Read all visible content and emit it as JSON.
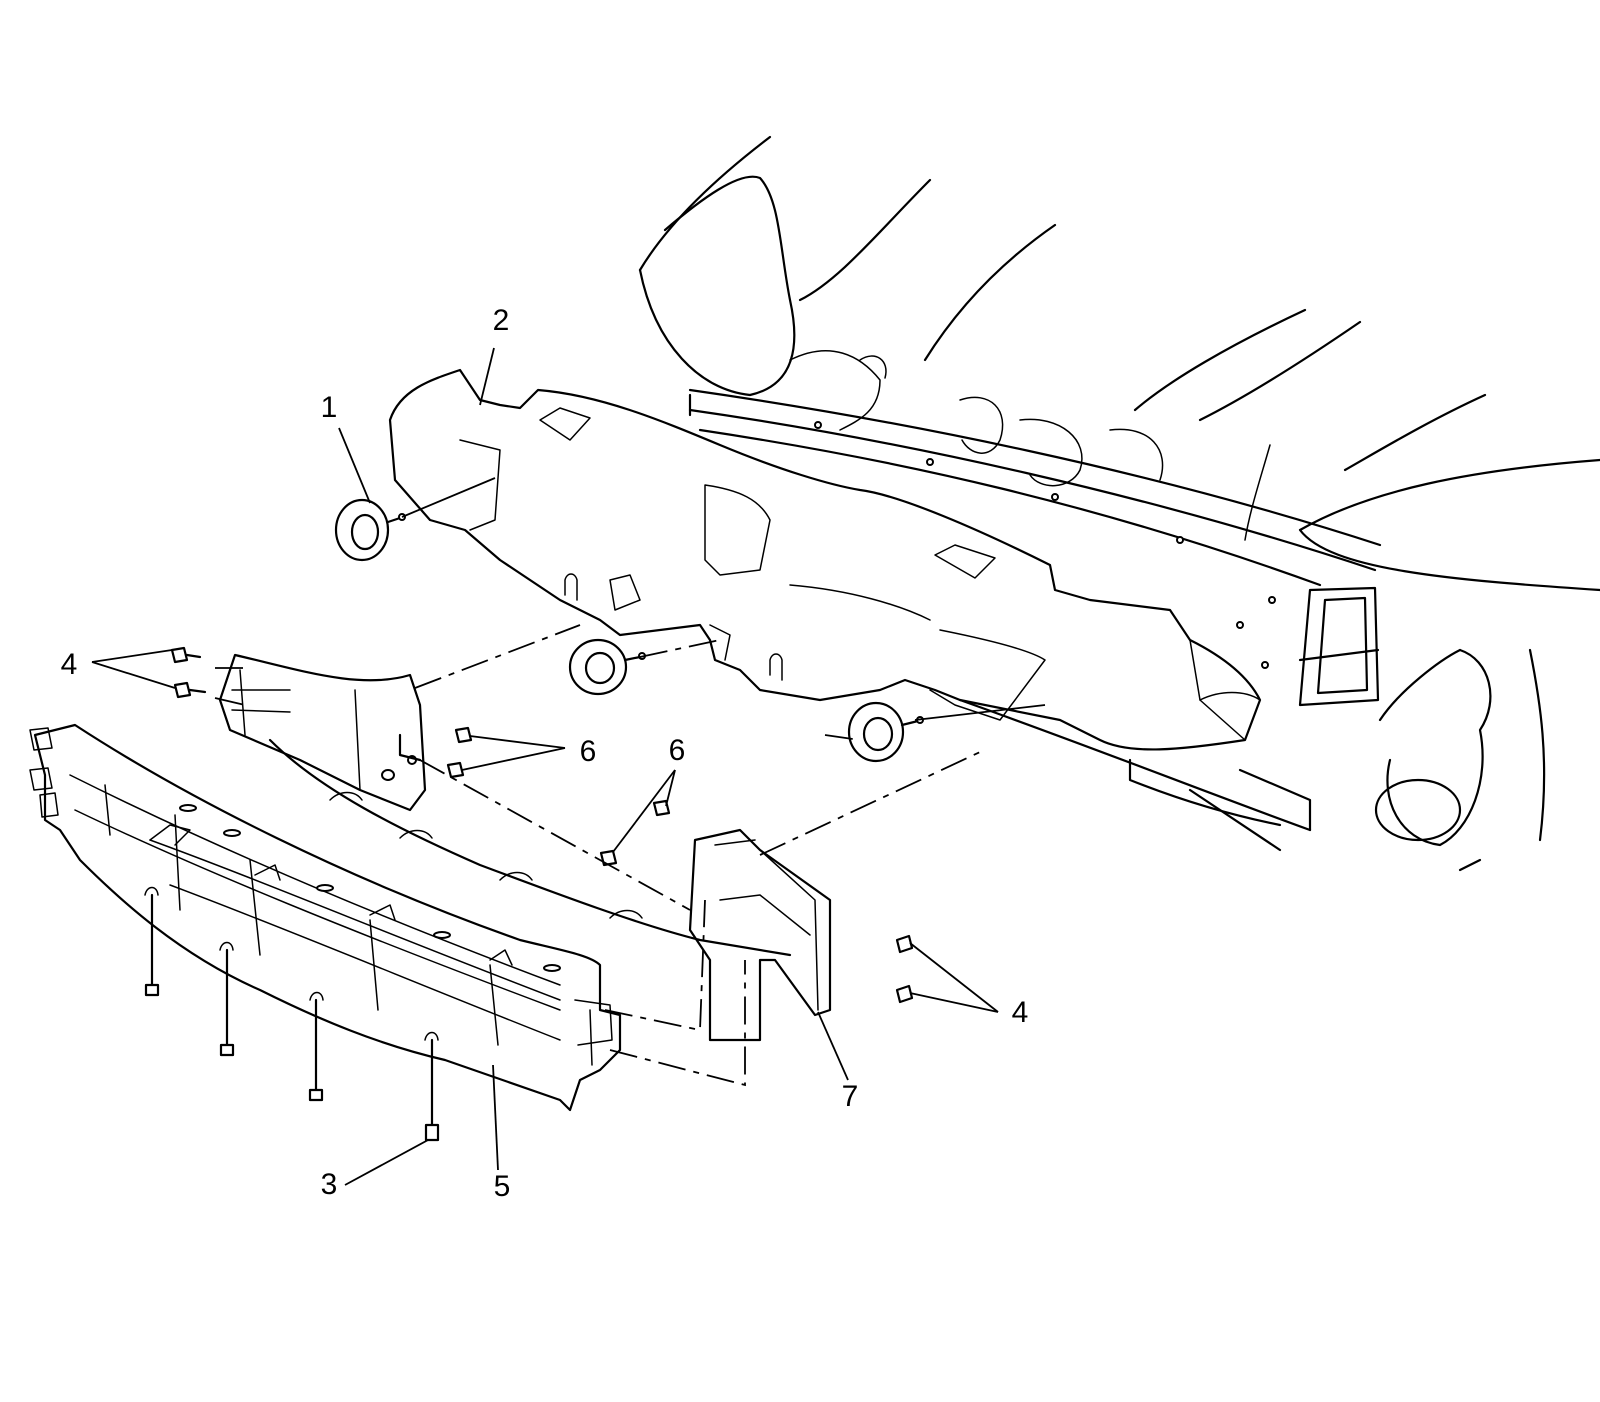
{
  "diagram": {
    "callouts": [
      {
        "id": "c1",
        "label": "1"
      },
      {
        "id": "c2",
        "label": "2"
      },
      {
        "id": "c3",
        "label": "3"
      },
      {
        "id": "c4a",
        "label": "4"
      },
      {
        "id": "c4b",
        "label": "4"
      },
      {
        "id": "c5",
        "label": "5"
      },
      {
        "id": "c6a",
        "label": "6"
      },
      {
        "id": "c6b",
        "label": "6"
      },
      {
        "id": "c7",
        "label": "7"
      }
    ],
    "colors": {
      "ink": "#000000",
      "paper": "#ffffff"
    }
  }
}
